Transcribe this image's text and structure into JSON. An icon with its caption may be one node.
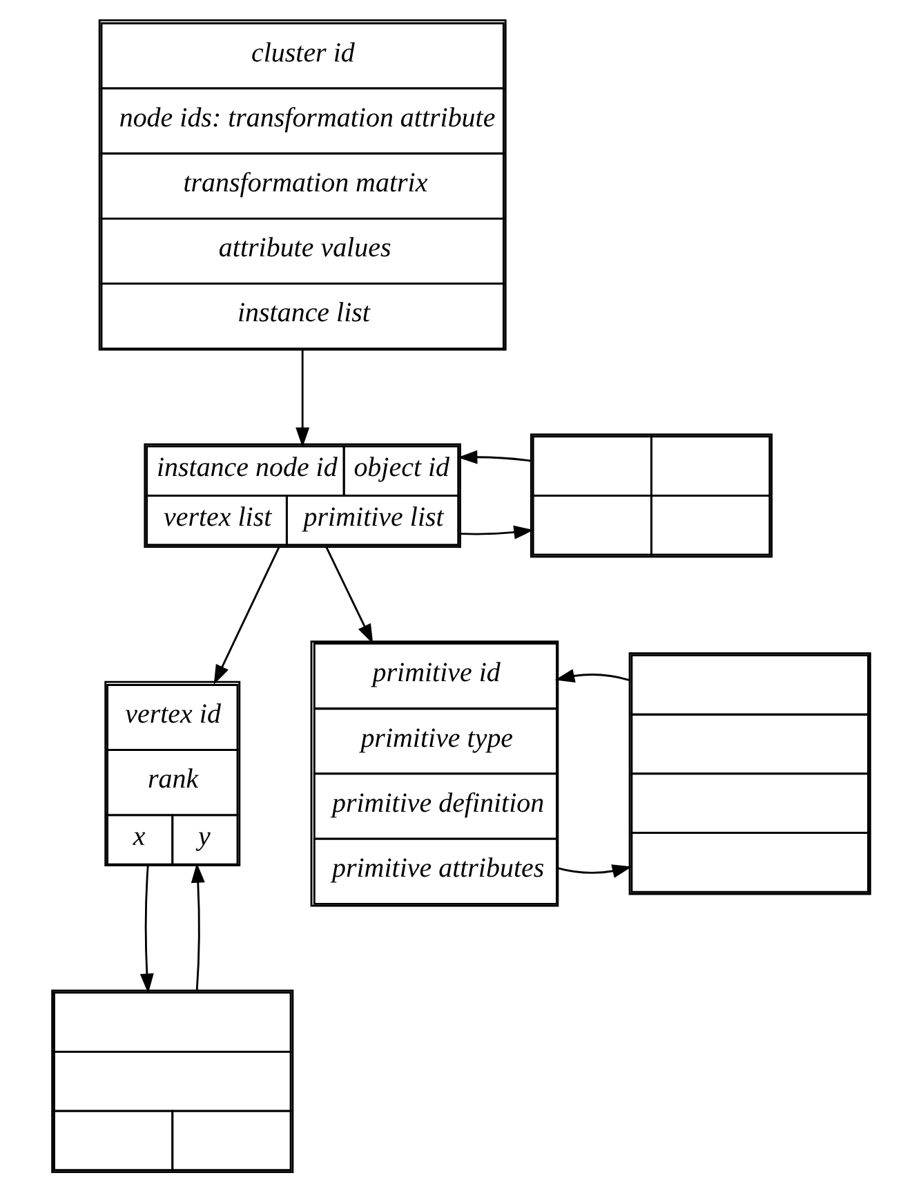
{
  "diagram": {
    "nodes": [
      {
        "text": [
          "cluster id",
          "node ids: transformation attribute",
          "transformation matrix",
          "attribute values",
          "instance list"
        ]
      },
      {
        "text": [
          "instance node id",
          "object id",
          "vertex list",
          "primitive list"
        ]
      },
      {
        "text": [],
        "shape": "box"
      },
      {
        "text": [
          "vertex id",
          "rank",
          "x",
          "y"
        ]
      },
      {
        "text": [
          "primitive id",
          "primitive type",
          "primitive definition",
          "primitive attributes"
        ]
      },
      {
        "text": [],
        "shape": "box"
      },
      {
        "text": [],
        "shape": "box"
      }
    ],
    "edges": [
      {
        "from": 0,
        "to": 1,
        "arrow": "to"
      },
      {
        "from": 1,
        "to": 2,
        "arrow": "to"
      },
      {
        "from": 2,
        "to": 1,
        "arrow": "to"
      },
      {
        "from": 1,
        "to": 3,
        "arrow": "to"
      },
      {
        "from": 1,
        "to": 4,
        "arrow": "to"
      },
      {
        "from": 3,
        "to": 6,
        "arrow": "to"
      },
      {
        "from": 6,
        "to": 3,
        "arrow": "to"
      },
      {
        "from": 4,
        "to": 5,
        "arrow": "to"
      },
      {
        "from": 5,
        "to": 4,
        "arrow": "to"
      }
    ]
  }
}
